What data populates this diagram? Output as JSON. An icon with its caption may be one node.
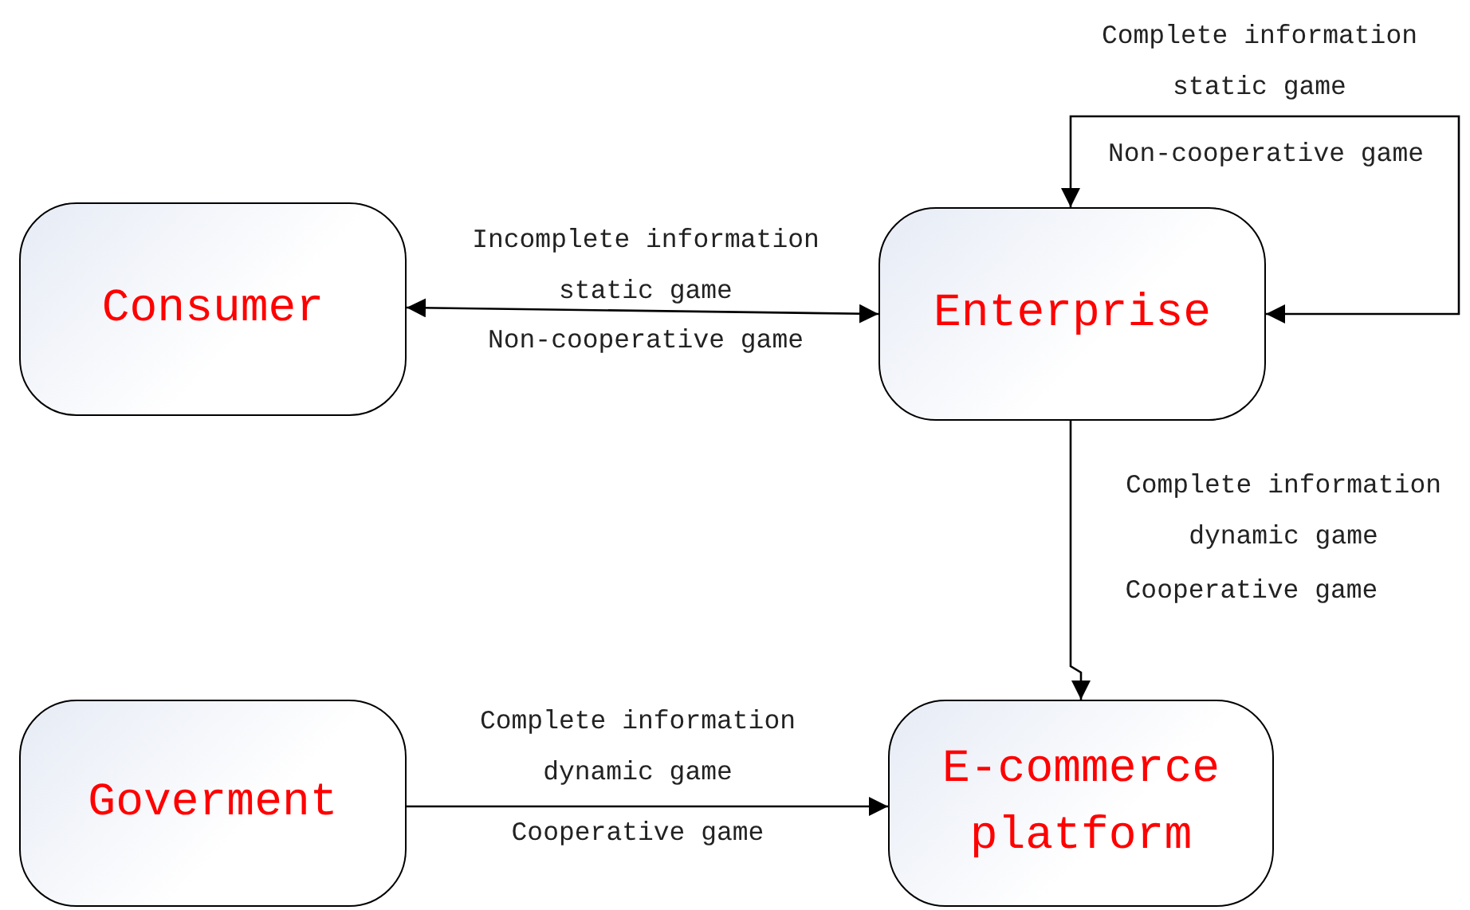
{
  "diagram": {
    "nodes": [
      {
        "text": [
          "Consumer"
        ]
      },
      {
        "text": [
          "Enterprise"
        ]
      },
      {
        "text": [
          "Goverment"
        ]
      },
      {
        "text": [
          "E-commerce platform"
        ]
      }
    ],
    "edges": [
      {
        "from": 0,
        "to": 1,
        "arrow": "both",
        "label": "Incomplete information static game"
      },
      {
        "from": 1,
        "to": 1,
        "arrow": "both",
        "label": "Complete information static game"
      },
      {
        "from": 1,
        "to": 3,
        "arrow": "to",
        "label": "Complete information dynamic game"
      },
      {
        "from": 2,
        "to": 3,
        "arrow": "to",
        "label": "Complete information dynamic game"
      }
    ],
    "labels": [
      "Non-cooperative game",
      "Non-cooperative game",
      "Cooperative game",
      "Cooperative game"
    ]
  }
}
